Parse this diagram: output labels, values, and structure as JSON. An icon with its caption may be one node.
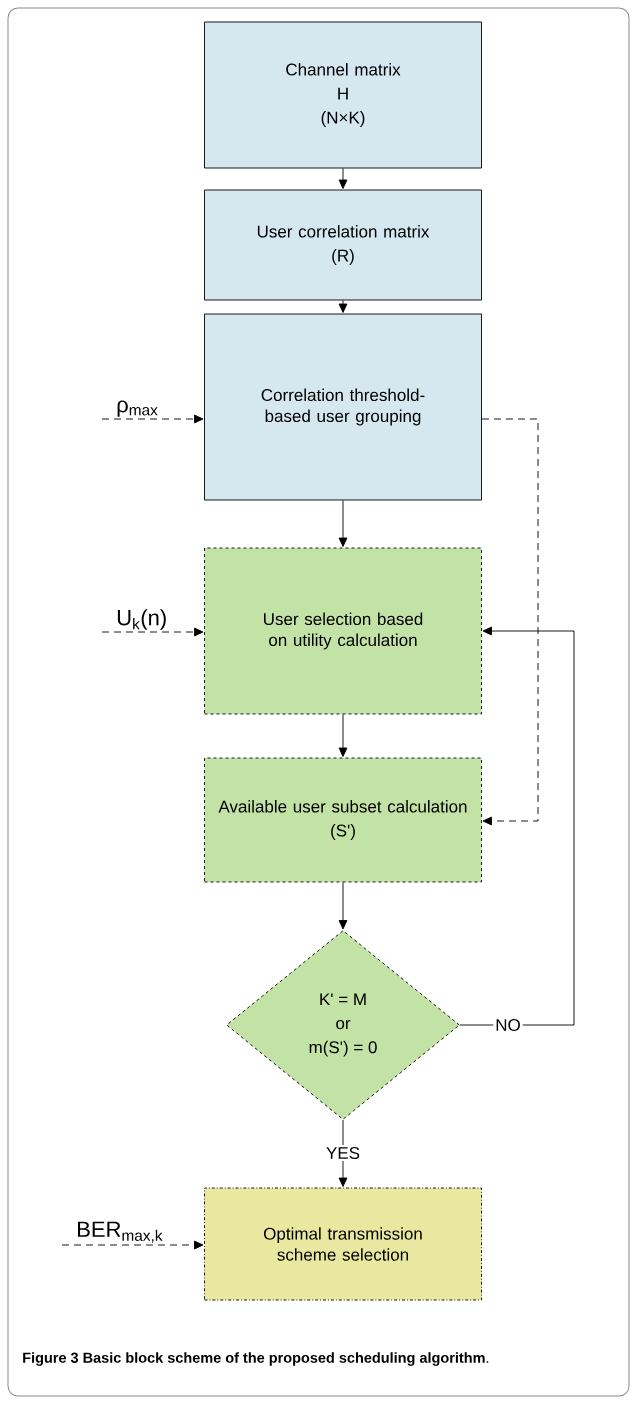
{
  "diagram": {
    "nodes": [
      {
        "text": [
          "Channel matrix",
          "H",
          "(N×K)"
        ]
      },
      {
        "text": [
          "User correlation matrix",
          "(R)"
        ]
      },
      {
        "text": [
          "Correlation threshold-based user grouping"
        ]
      },
      {
        "text": [
          "User selection based on utility calculation"
        ]
      },
      {
        "text": [
          "Available user subset calculation",
          "(S')"
        ]
      },
      {
        "text": [
          "K' = M",
          "or",
          "m(S') = 0"
        ]
      },
      {
        "text": [
          "Optimal transmission scheme selection"
        ]
      },
      {
        "text": [
          "ρ$_{max}$"
        ]
      },
      {
        "text": [
          "U$_{k}$(n)"
        ]
      },
      {
        "text": [
          "BER$_{max,k}$"
        ]
      }
    ],
    "edges": [
      {
        "from": 0,
        "to": 1,
        "arrow": "to"
      },
      {
        "from": 1,
        "to": 2,
        "arrow": "to"
      },
      {
        "from": 2,
        "to": 3,
        "arrow": "to"
      },
      {
        "from": 3,
        "to": 4,
        "arrow": "to"
      },
      {
        "from": 4,
        "to": 5,
        "arrow": "to"
      },
      {
        "from": 5,
        "to": 6,
        "arrow": "to",
        "label": "YES"
      },
      {
        "from": 5,
        "to": 3,
        "arrow": "to",
        "label": "NO"
      },
      {
        "from": 2,
        "to": 4,
        "arrow": "to",
        "style": "dashed"
      },
      {
        "from": 7,
        "to": 2,
        "arrow": "to",
        "style": "dashed"
      },
      {
        "from": 8,
        "to": 3,
        "arrow": "to",
        "style": "dashed"
      },
      {
        "from": 9,
        "to": 6,
        "arrow": "to",
        "style": "dashed"
      }
    ],
    "caption": "**Figure 3 Basic block scheme of the proposed scheduling algorithm**."
  }
}
